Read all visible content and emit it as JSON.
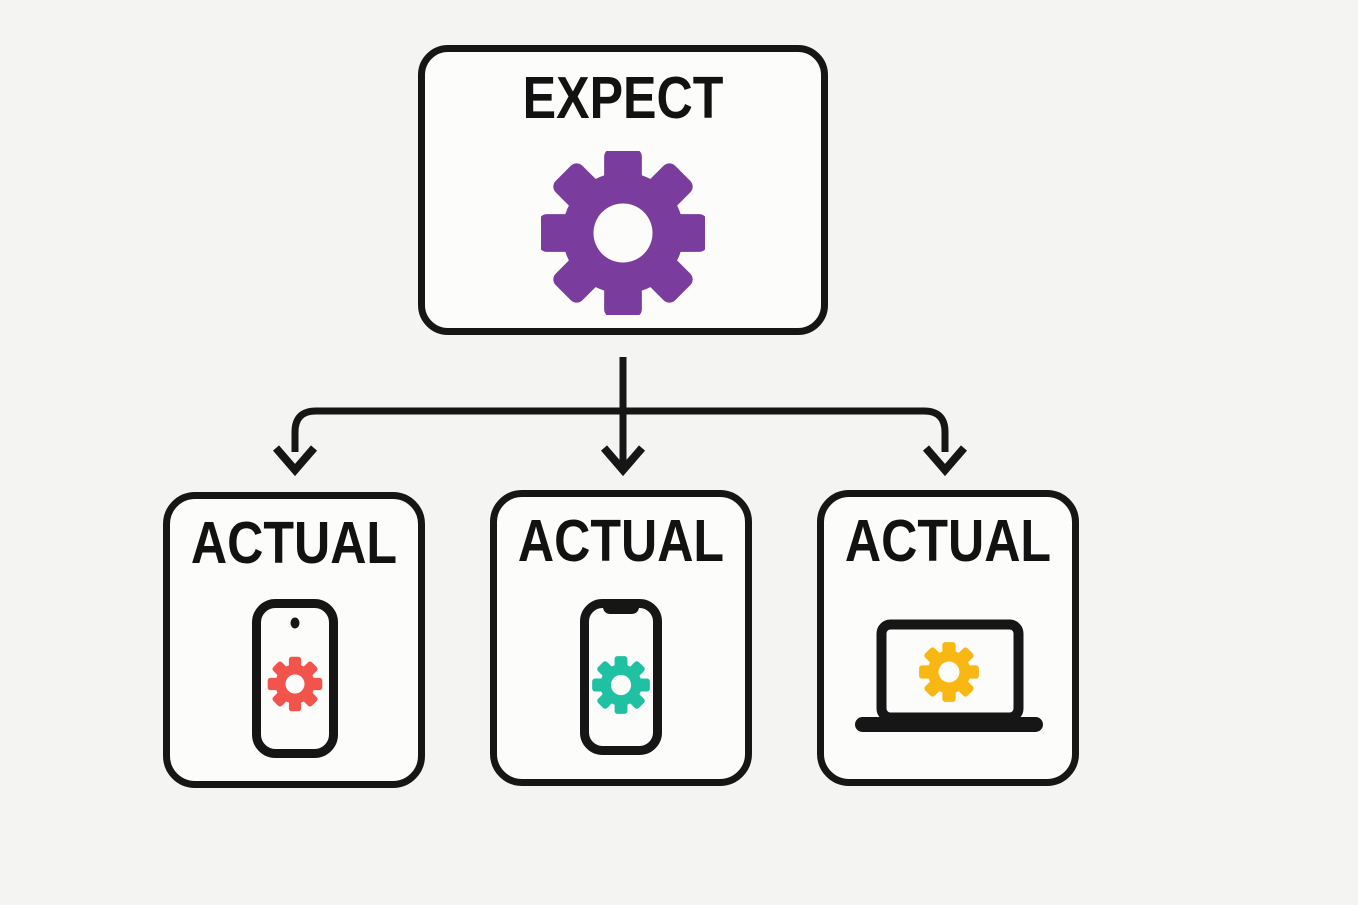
{
  "diagram": {
    "background": "#F4F4F2",
    "node_fill": "#FCFCFB",
    "connector_color": "#161616",
    "root": {
      "label": "EXPECT",
      "icon": "gear-icon",
      "gear_color": "#7A3D9E"
    },
    "children": [
      {
        "label": "ACTUAL",
        "device_icon": "smartphone-icon",
        "gear_color": "#F2534B"
      },
      {
        "label": "ACTUAL",
        "device_icon": "smartphone-notch-icon",
        "gear_color": "#20C0A3"
      },
      {
        "label": "ACTUAL",
        "device_icon": "laptop-icon",
        "gear_color": "#F8B712"
      }
    ]
  }
}
